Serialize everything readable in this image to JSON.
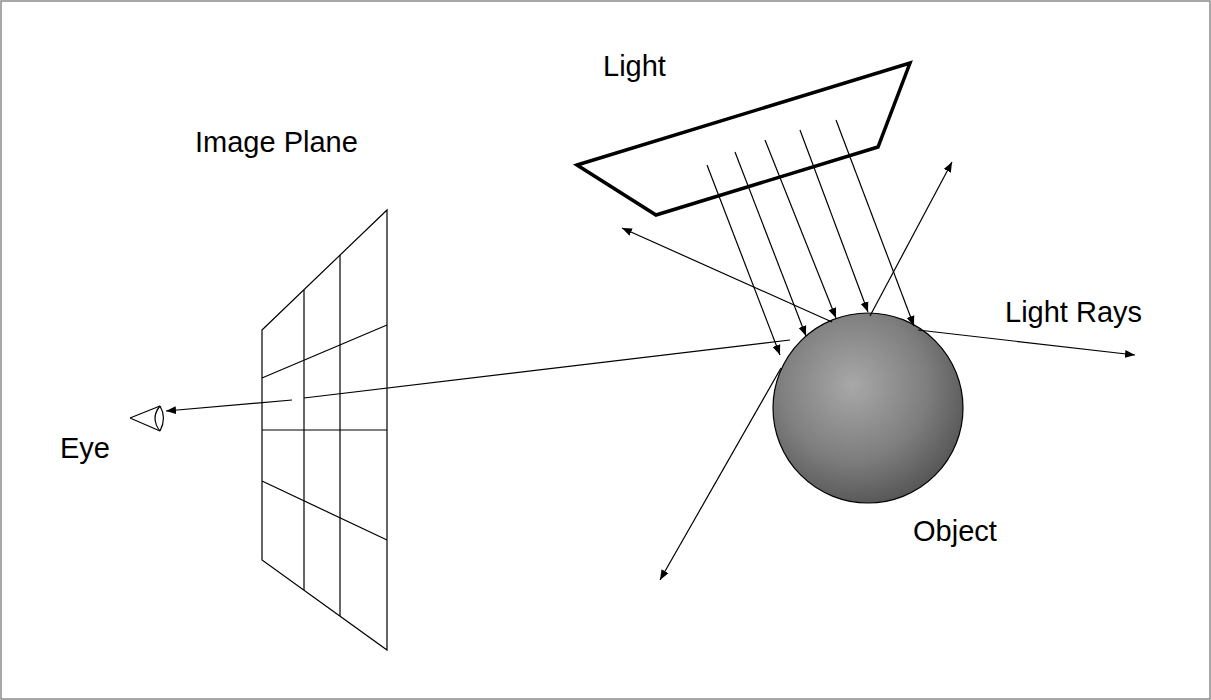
{
  "diagram": {
    "labels": [
      "Light",
      "Image Plane",
      "Light Rays",
      "Eye",
      "Object"
    ]
  }
}
